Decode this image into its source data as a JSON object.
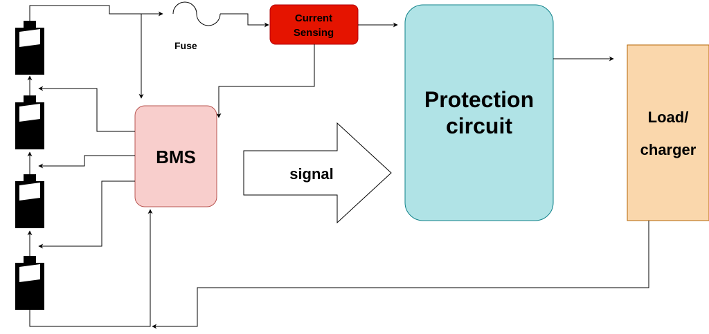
{
  "colors": {
    "bms_fill": "#f8cecc",
    "bms_stroke": "#b85450",
    "protection_fill": "#b0e3e6",
    "protection_stroke": "#0e8088",
    "load_fill": "#fad7ac",
    "load_stroke": "#b46504",
    "current_fill": "#e51400",
    "current_stroke": "#b20000",
    "line": "#000000"
  },
  "labels": {
    "fuse": "Fuse",
    "current_line1": "Current",
    "current_line2": "Sensing",
    "bms": "BMS",
    "signal": "signal",
    "protection_line1": "Protection",
    "protection_line2": "circuit",
    "load_line1": "Load/",
    "load_line2": "charger"
  },
  "icons": {
    "battery": "battery-icon",
    "fuse": "fuse-symbol",
    "signal_arrow": "block-arrow"
  },
  "battery_count": 4
}
